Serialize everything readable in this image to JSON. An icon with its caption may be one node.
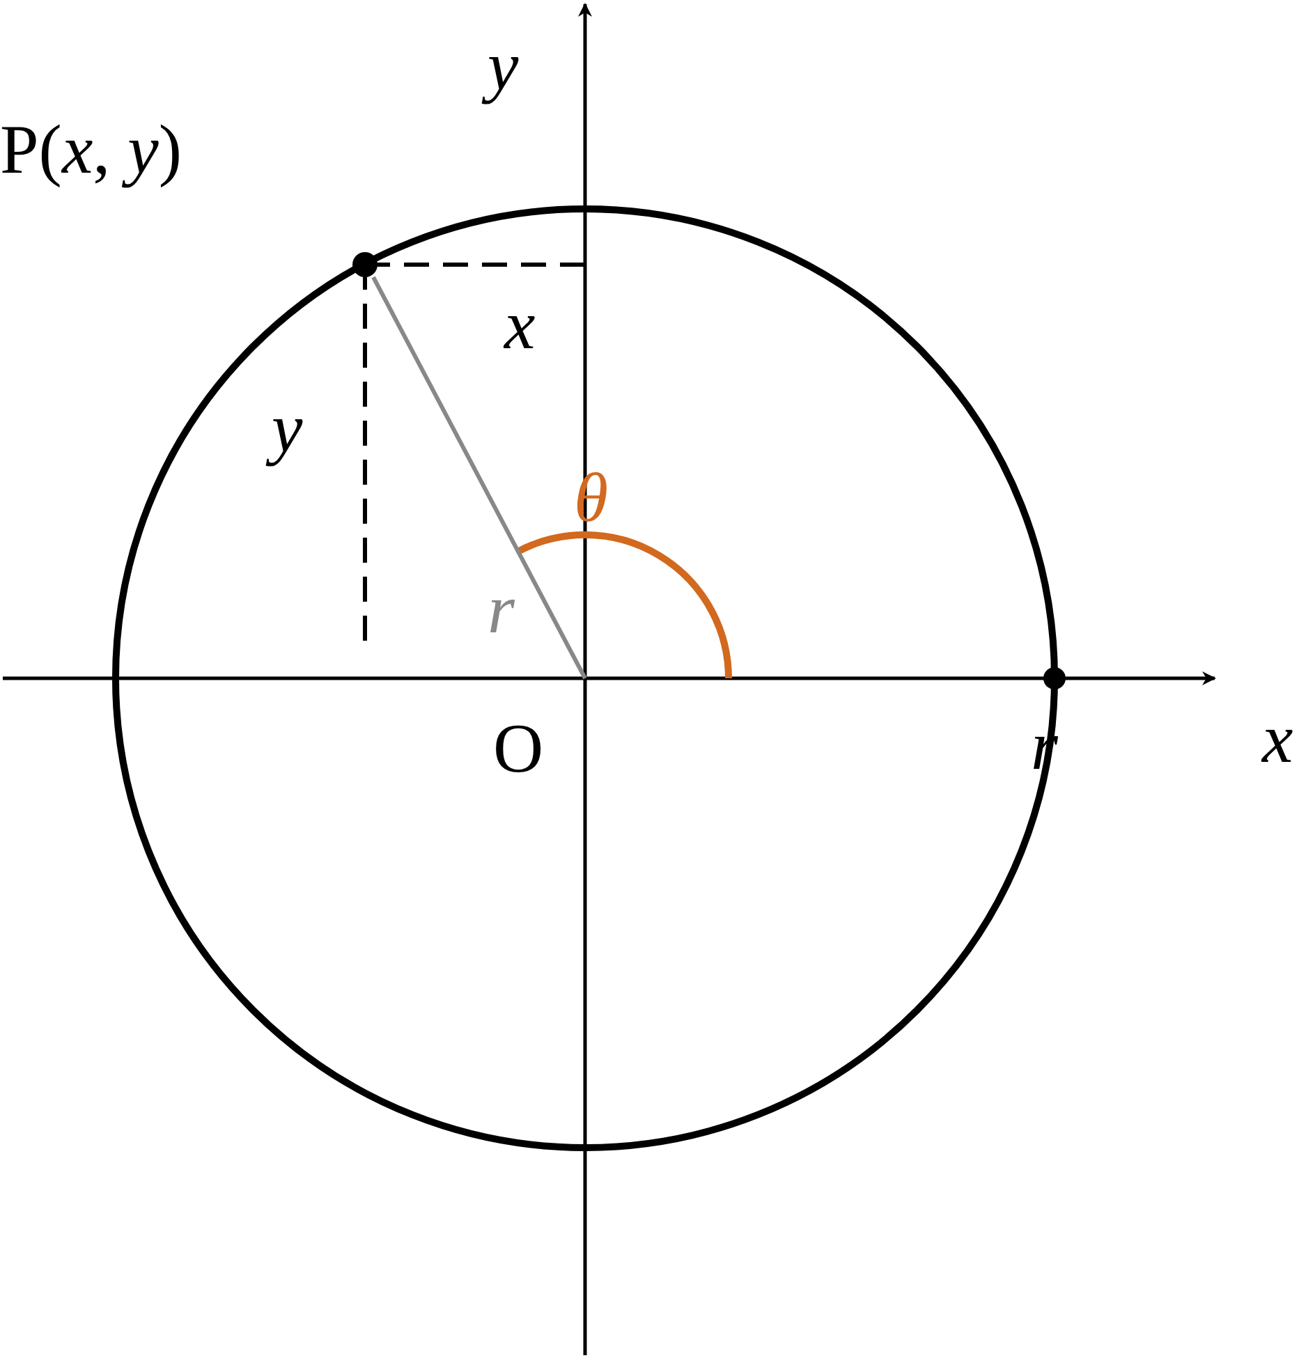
{
  "diagram": {
    "nodes": [
      {
        "text": [
          "P(*x*, *y*)"
        ]
      },
      {
        "text": [
          "O"
        ]
      }
    ],
    "edges": [
      {
        "from": 1,
        "to": 0,
        "arrow": "none",
        "label": "r",
        "color": "#888888"
      }
    ],
    "labels": [
      "y",
      "x",
      "y",
      "θ",
      "r",
      "x"
    ]
  }
}
